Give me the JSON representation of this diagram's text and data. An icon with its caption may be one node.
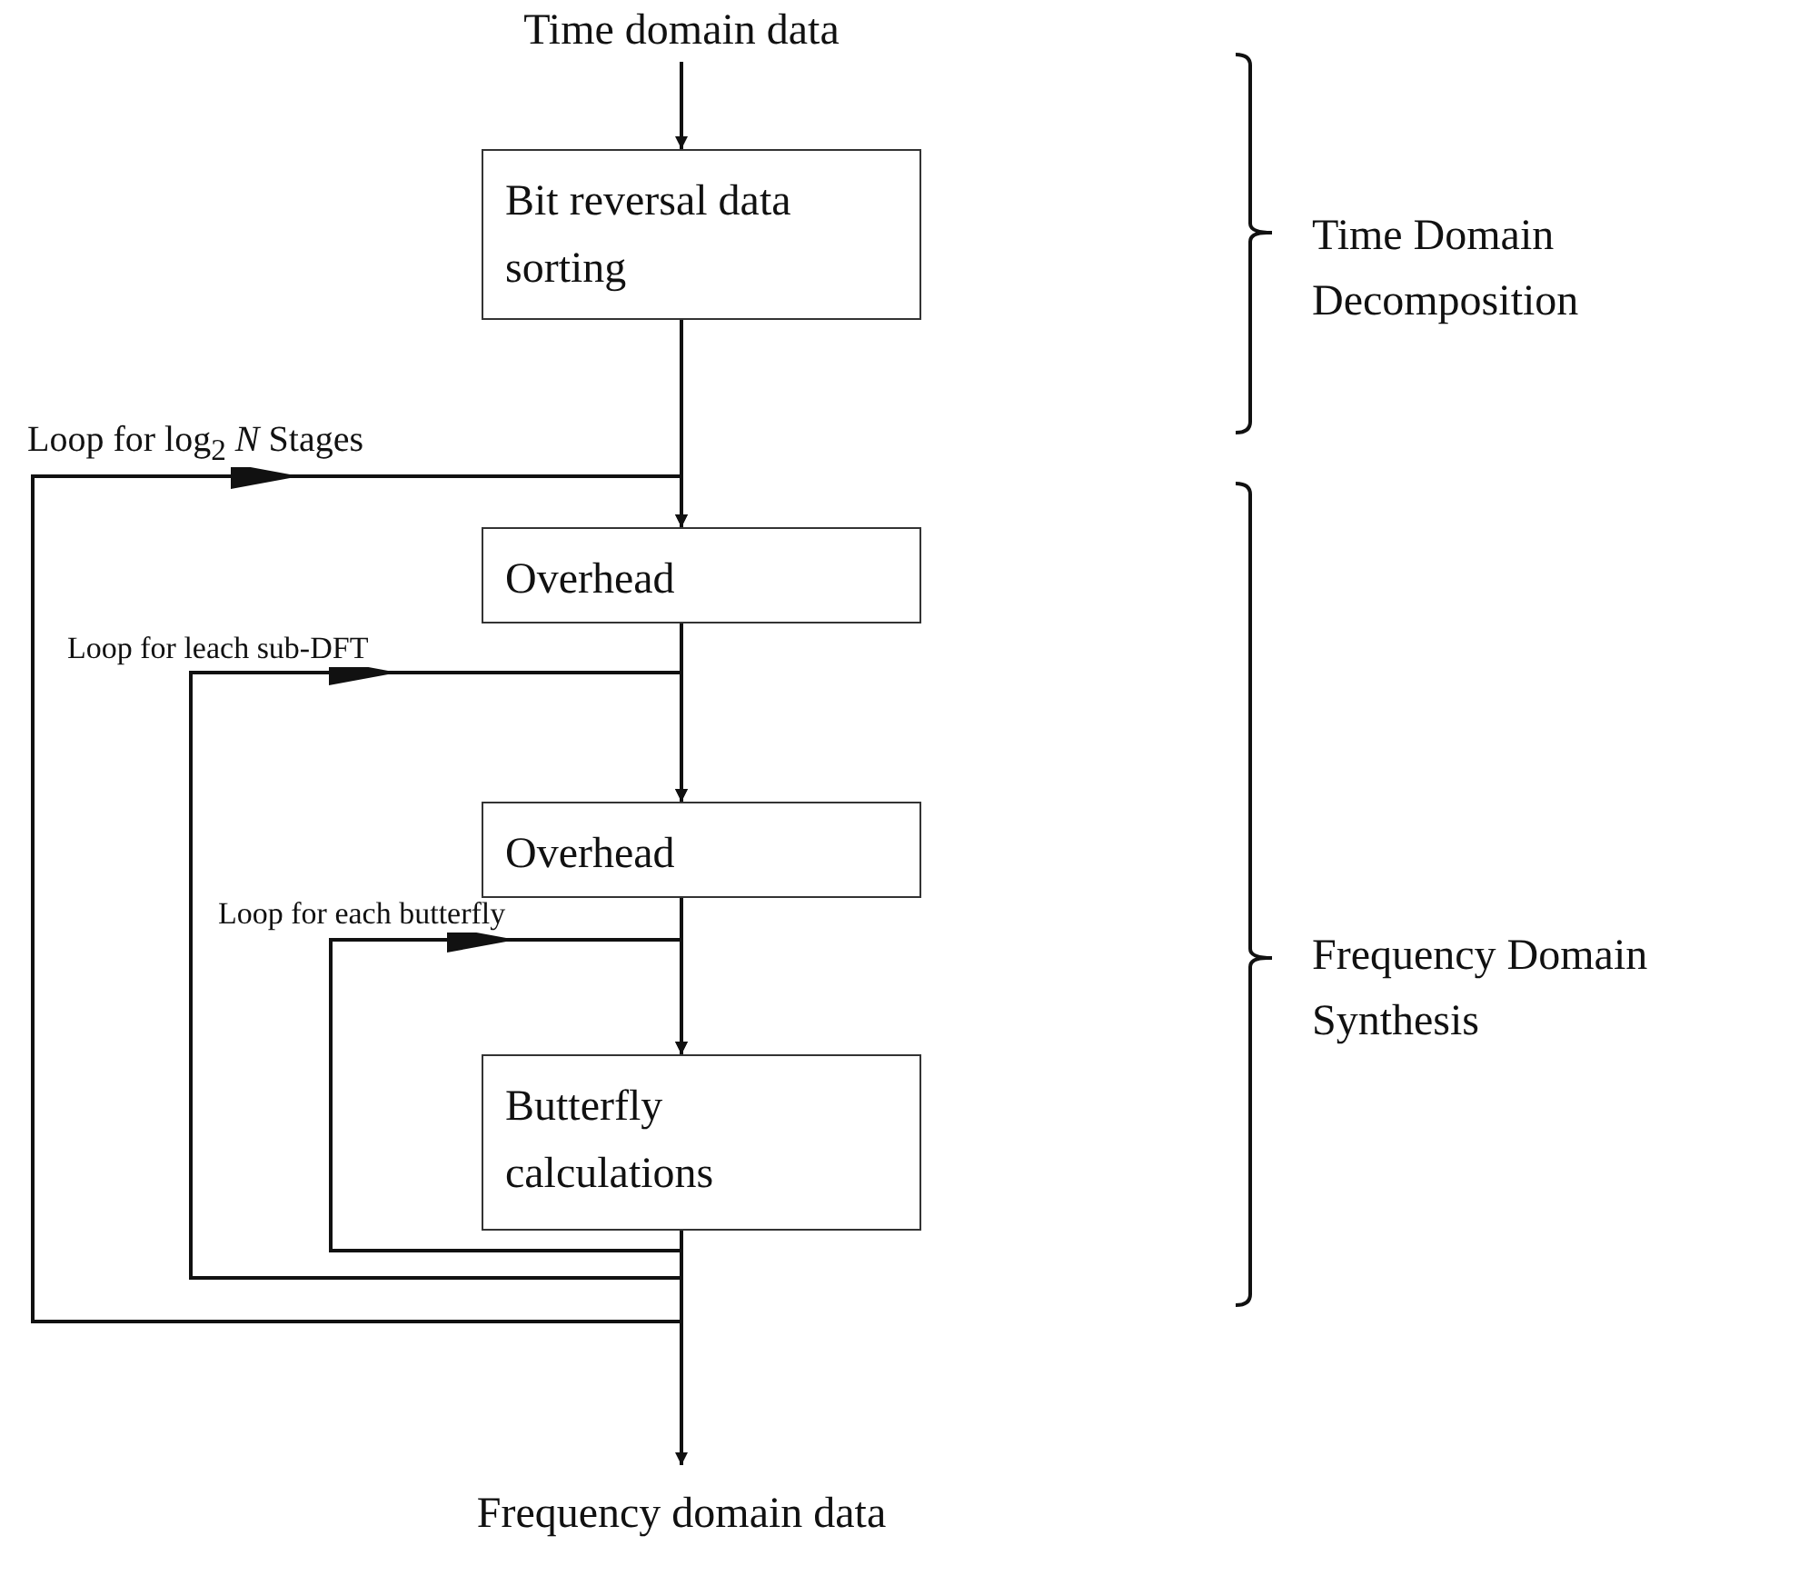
{
  "diagram": {
    "nodes": [
      {
        "text": [
          "Time domain data"
        ]
      },
      {
        "text": [
          "Bit reversal data sorting"
        ]
      },
      {
        "text": [
          "Overhead"
        ]
      },
      {
        "text": [
          "Overhead"
        ]
      },
      {
        "text": [
          "Butterfly calculations"
        ]
      },
      {
        "text": [
          "Frequency domain data"
        ]
      }
    ],
    "edges": [
      {
        "from": 0,
        "to": 1,
        "arrow": "to"
      },
      {
        "from": 1,
        "to": 2,
        "arrow": "to"
      },
      {
        "from": 2,
        "to": 3,
        "arrow": "to"
      },
      {
        "from": 3,
        "to": 4,
        "arrow": "to"
      },
      {
        "from": 4,
        "to": 5,
        "arrow": "to"
      },
      {
        "from": 4,
        "to": 4,
        "arrow": "to",
        "label": "Loop for each butterfly"
      },
      {
        "from": 4,
        "to": 3,
        "arrow": "to",
        "label": "Loop for leach sub-DFT"
      },
      {
        "from": 4,
        "to": 2,
        "arrow": "to",
        "label": "Loop for log$_{2}$ *N*  Stages"
      }
    ],
    "labels": [
      "Time Domain Decomposition",
      "Frequency Domain Synthesis"
    ]
  }
}
